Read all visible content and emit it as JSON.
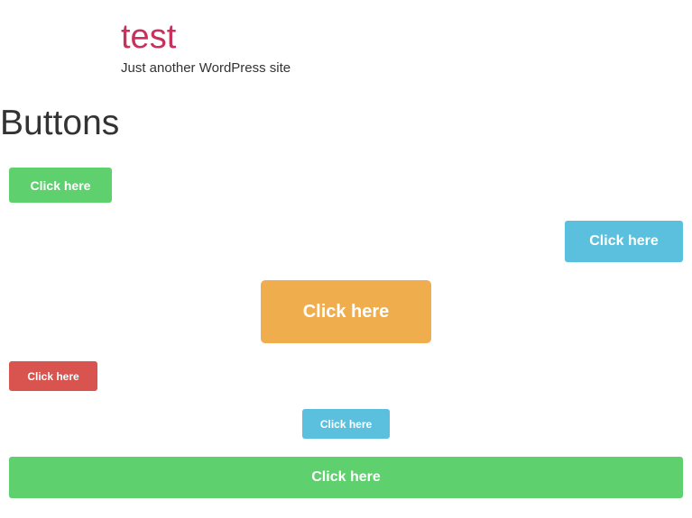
{
  "site": {
    "title": "test",
    "tagline": "Just another WordPress site"
  },
  "page": {
    "title": "Buttons"
  },
  "buttons": [
    {
      "label": "Click here",
      "color": "#5fd06e"
    },
    {
      "label": "Click here",
      "color": "#5bc0de"
    },
    {
      "label": "Click here",
      "color": "#f0ad4e"
    },
    {
      "label": "Click here",
      "color": "#d9534f"
    },
    {
      "label": "Click here",
      "color": "#5bc0de"
    },
    {
      "label": "Click here",
      "color": "#5fd06e"
    }
  ],
  "colors": {
    "site_title": "#c7315b",
    "text": "#333333",
    "background": "#ffffff"
  }
}
